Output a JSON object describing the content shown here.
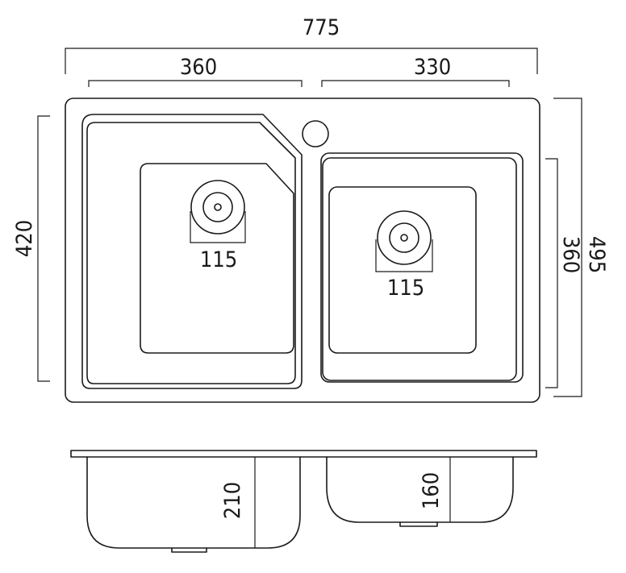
{
  "dimensions": {
    "overall_width": "775",
    "left_width": "360",
    "right_width": "330",
    "left_height": "420",
    "right_bowl_height": "360",
    "overall_height": "495",
    "drain_left": "115",
    "drain_right": "115",
    "depth_left": "210",
    "depth_right": "160"
  }
}
